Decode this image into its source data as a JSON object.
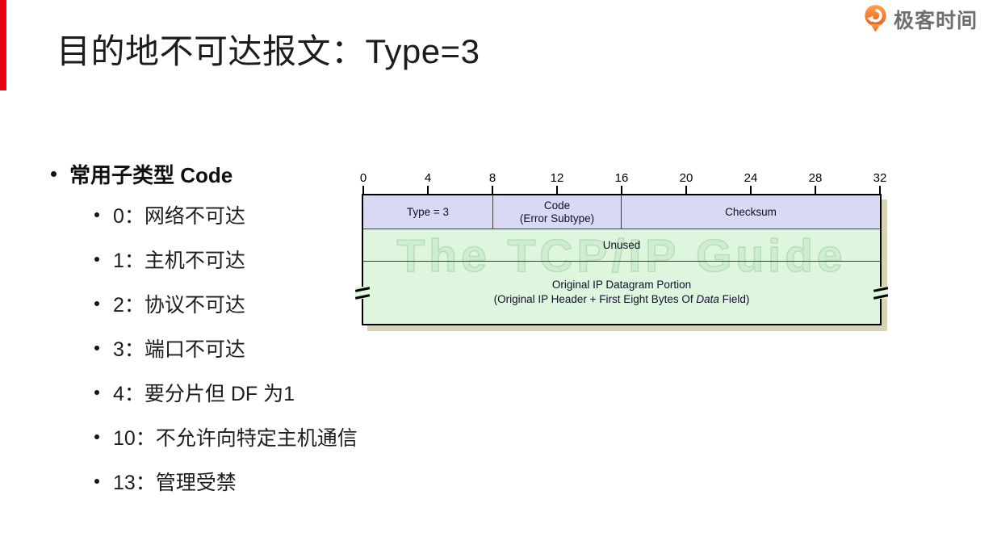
{
  "logo": {
    "brand": "极客时间",
    "icon": "geektime-logo-icon"
  },
  "title": "目的地不可达报文：Type=3",
  "bullets": {
    "heading": "常用子类型 Code",
    "items": [
      "0：网络不可达",
      "1：主机不可达",
      "2：协议不可达",
      "3：端口不可达",
      "4：要分片但 DF 为1",
      "10：不允许向特定主机通信",
      "13：管理受禁"
    ]
  },
  "diagram": {
    "ruler": [
      "0",
      "4",
      "8",
      "12",
      "16",
      "20",
      "24",
      "28",
      "32"
    ],
    "watermark": "The TCP/IP Guide",
    "fields": {
      "type": "Type = 3",
      "code_line1": "Code",
      "code_line2": "(Error Subtype)",
      "checksum": "Checksum"
    },
    "unused": "Unused",
    "original": {
      "line1": "Original IP Datagram Portion",
      "line2_pre": "(Original IP Header + First Eight Bytes Of ",
      "line2_em": "Data",
      "line2_post": " Field)"
    }
  },
  "colors": {
    "accent_red": "#e60012",
    "logo_orange": "#f25b1d",
    "logo_text_gray": "#6e6e6e",
    "header_row_lavender": "#d9d9f3",
    "body_row_green": "#dff6de",
    "shadow_khaki": "#d8d3b4",
    "watermark_green": "#cfeed0"
  }
}
